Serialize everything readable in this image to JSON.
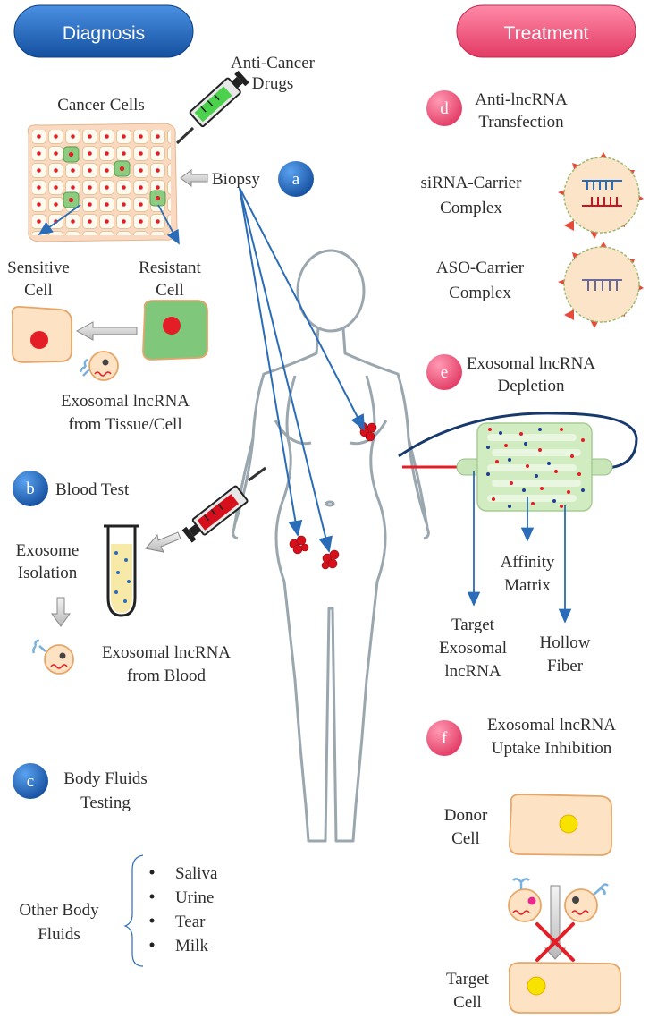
{
  "diagnosis": {
    "header": "Diagnosis",
    "anti_cancer_drugs": [
      "Anti-Cancer",
      "Drugs"
    ],
    "cancer_cells": "Cancer Cells",
    "biopsy": "Biopsy",
    "sensitive_cell": [
      "Sensitive",
      "Cell"
    ],
    "resistant_cell": [
      "Resistant",
      "Cell"
    ],
    "exosomal_tissue": [
      "Exosomal lncRNA",
      "from Tissue/Cell"
    ],
    "blood_test": "Blood Test",
    "exosome_isolation": [
      "Exosome",
      "Isolation"
    ],
    "exosomal_blood": [
      "Exosomal lncRNA",
      "from Blood"
    ],
    "body_fluids_testing": [
      "Body Fluids",
      "Testing"
    ],
    "other_body_fluids": [
      "Other Body",
      "Fluids"
    ],
    "fluids": [
      "Saliva",
      "Urine",
      "Tear",
      "Milk"
    ]
  },
  "treatment": {
    "header": "Treatment",
    "anti_lncrna": [
      "Anti-lncRNA",
      "Transfection"
    ],
    "sirna_complex": [
      "siRNA-Carrier",
      "Complex"
    ],
    "aso_complex": [
      "ASO-Carrier",
      "Complex"
    ],
    "depletion": [
      "Exosomal lncRNA",
      "Depletion"
    ],
    "affinity_matrix": [
      "Affinity",
      "Matrix"
    ],
    "target_exosomal": [
      "Target",
      "Exosomal",
      "lncRNA"
    ],
    "hollow_fiber": [
      "Hollow",
      "Fiber"
    ],
    "uptake_inhibition": [
      "Exosomal lncRNA",
      "Uptake Inhibition"
    ],
    "donor_cell": [
      "Donor",
      "Cell"
    ],
    "target_cell": [
      "Target",
      "Cell"
    ]
  },
  "badges": {
    "a": "a",
    "b": "b",
    "c": "c",
    "d": "d",
    "e": "e",
    "f": "f"
  },
  "colors": {
    "diagnosis_blue": "#1e63b4",
    "treatment_pink": "#e8456f",
    "arrow_blue": "#2a6cb8",
    "cell_fill": "#fde3c4",
    "resistant_green": "#7fc77b",
    "red": "#e41e26",
    "body_outline": "#9aa7ae"
  }
}
